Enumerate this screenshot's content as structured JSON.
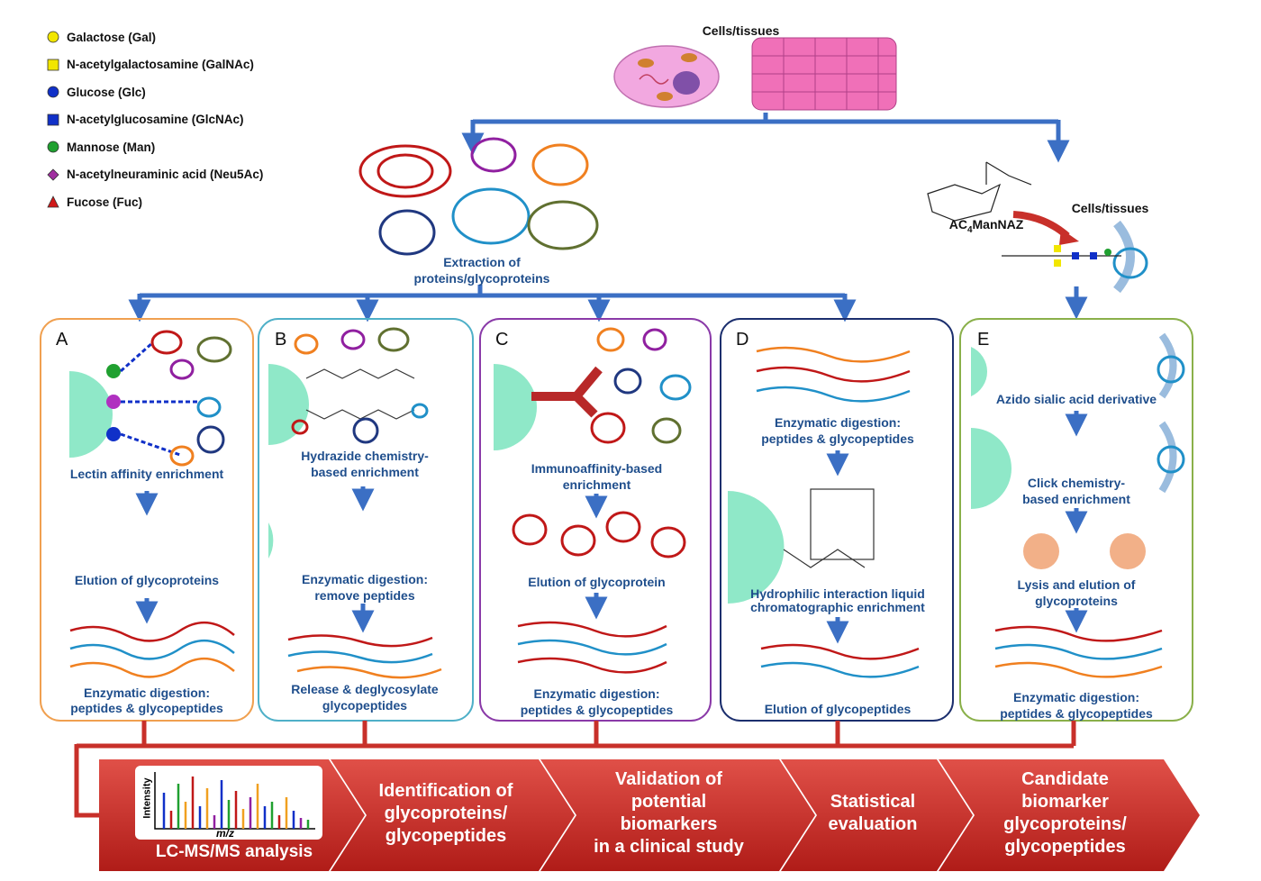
{
  "legend": [
    {
      "label": "Galactose (Gal)",
      "shape": "circle",
      "color": "#f2e600"
    },
    {
      "label": "N-acetylgalactosamine (GalNAc)",
      "shape": "square",
      "color": "#f2e600"
    },
    {
      "label": "Glucose (Glc)",
      "shape": "circle",
      "color": "#1030c8"
    },
    {
      "label": "N-acetylglucosamine (GlcNAc)",
      "shape": "square",
      "color": "#1030c8"
    },
    {
      "label": "Mannose (Man)",
      "shape": "circle",
      "color": "#20a030"
    },
    {
      "label": "N-acetylneuraminic acid (Neu5Ac)",
      "shape": "diamond",
      "color": "#a030a0"
    },
    {
      "label": "Fucose (Fuc)",
      "shape": "triangle",
      "color": "#d01818"
    }
  ],
  "top": {
    "cells_label": "Cells/tissues",
    "cells_label2": "Cells/tissues",
    "extraction_l1": "Extraction of",
    "extraction_l2": "proteins/glycoproteins",
    "ac4_prefix": "AC",
    "ac4_sub": "4",
    "ac4_suffix": "ManNAZ"
  },
  "panels": {
    "a": {
      "letter": "A",
      "step1": "Lectin affinity enrichment",
      "step2": "Elution of glycoproteins",
      "step3_l1": "Enzymatic digestion:",
      "step3_l2": "peptides & glycopeptides"
    },
    "b": {
      "letter": "B",
      "step1_l1": "Hydrazide chemistry-",
      "step1_l2": "based enrichment",
      "step2_l1": "Enzymatic digestion:",
      "step2_l2": "remove peptides",
      "step3_l1": "Release & deglycosylate",
      "step3_l2": "glycopeptides"
    },
    "c": {
      "letter": "C",
      "step1_l1": "Immunoaffinity-based",
      "step1_l2": "enrichment",
      "step2": "Elution of glycoprotein",
      "step3_l1": "Enzymatic digestion:",
      "step3_l2": "peptides & glycopeptides"
    },
    "d": {
      "letter": "D",
      "step1_l1": "Enzymatic digestion:",
      "step1_l2": "peptides & glycopeptides",
      "step2_l1": "Hydrophilic interaction liquid",
      "step2_l2": "chromatographic enrichment",
      "step3": "Elution of glycopeptides"
    },
    "e": {
      "letter": "E",
      "step1": "Azido sialic acid derivative",
      "step2_l1": "Click chemistry-",
      "step2_l2": "based enrichment",
      "step3_l1": "Lysis and elution of",
      "step3_l2": "glycoproteins",
      "step4_l1": "Enzymatic digestion:",
      "step4_l2": "peptides & glycopeptides"
    }
  },
  "pipeline": {
    "step1": "LC-MS/MS analysis",
    "spectrum_y": "Intensity",
    "spectrum_x": "m/z",
    "step2": [
      "Identification of",
      "glycoproteins/",
      "glycopeptides"
    ],
    "step3": [
      "Validation of",
      "potential",
      "biomarkers",
      "in a clinical study"
    ],
    "step4": [
      "Statistical",
      "evaluation"
    ],
    "step5": [
      "Candidate",
      "biomarker",
      "glycoproteins/",
      "glycopeptides"
    ]
  },
  "colors": {
    "arrow_blue": "#3b6fc4",
    "panel_a": "#f0a050",
    "panel_b": "#4fb0c8",
    "panel_c": "#8a3aa8",
    "panel_d": "#1c2f6e",
    "panel_e": "#8ab04a",
    "pipeline_red": "#c8302a",
    "bead": "#8fe8c8"
  }
}
